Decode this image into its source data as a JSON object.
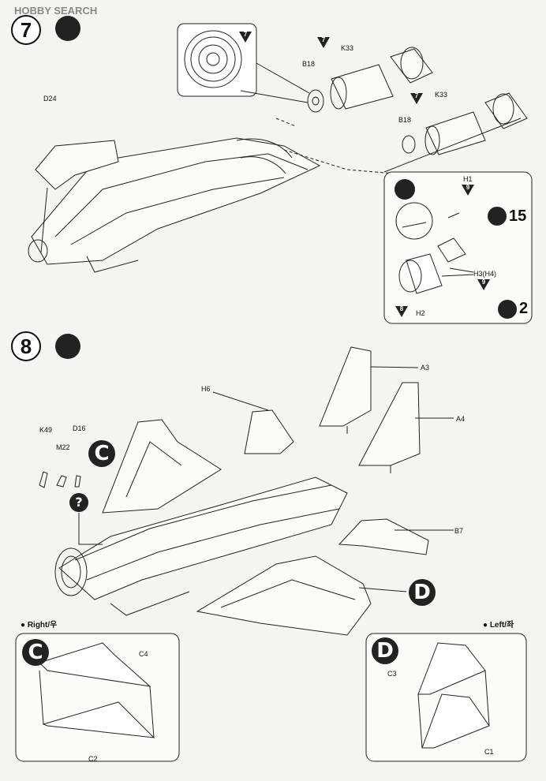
{
  "watermark": "HOBBY SEARCH",
  "step7": {
    "number": "7",
    "parts": {
      "d24": "D24",
      "b18_top": "B18",
      "k33_top": "K33",
      "tri7_top_a": "7",
      "tri7_top_b": "7",
      "b18_bottom": "B18",
      "k33_bottom": "K33",
      "tri7_bottom": "7",
      "h1": "H1",
      "h1_tri": "9",
      "ref15": "15",
      "h3": "H3(H4)",
      "h3_tri": "9",
      "h2": "H2",
      "h2_tri": "8",
      "ref2": "2"
    }
  },
  "step8": {
    "number": "8",
    "parts": {
      "h6": "H6",
      "a3": "A3",
      "a4": "A4",
      "k49": "K49",
      "m22": "M22",
      "d16": "D16",
      "c_marker": "C",
      "question": "?",
      "b7": "B7",
      "d_marker": "D"
    }
  },
  "right_panel": {
    "header": "Right",
    "header_kr": "/우",
    "marker": "C",
    "c4": "C4",
    "c2": "C2"
  },
  "left_panel": {
    "header": "Left",
    "header_kr": "/좌",
    "marker": "D",
    "c3": "C3",
    "c1": "C1"
  }
}
